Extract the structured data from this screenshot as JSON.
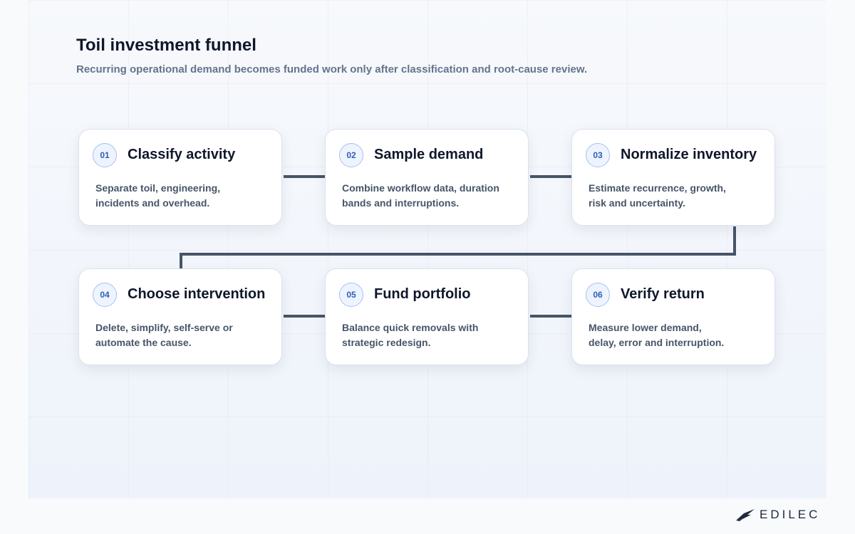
{
  "header": {
    "title": "Toil investment funnel",
    "subtitle": "Recurring operational demand becomes funded work only after classification and root-cause review."
  },
  "steps": [
    {
      "number": "01",
      "title": "Classify activity",
      "description": "Separate toil, engineering, incidents and overhead."
    },
    {
      "number": "02",
      "title": "Sample demand",
      "description": "Combine workflow data, duration bands and interruptions."
    },
    {
      "number": "03",
      "title": "Normalize inventory",
      "description": "Estimate recurrence, growth, risk and uncertainty."
    },
    {
      "number": "04",
      "title": "Choose intervention",
      "description": "Delete, simplify, self-serve or automate the cause."
    },
    {
      "number": "05",
      "title": "Fund portfolio",
      "description": "Balance quick removals with strategic redesign."
    },
    {
      "number": "06",
      "title": "Verify return",
      "description": "Measure lower demand, delay, error and interruption."
    }
  ],
  "brand": {
    "logo_text": "EDILEC",
    "icon": "bird-logo-icon"
  },
  "colors": {
    "connector": "#475569",
    "badge_text": "#2f5fb3",
    "badge_border": "#a7c0ec"
  }
}
